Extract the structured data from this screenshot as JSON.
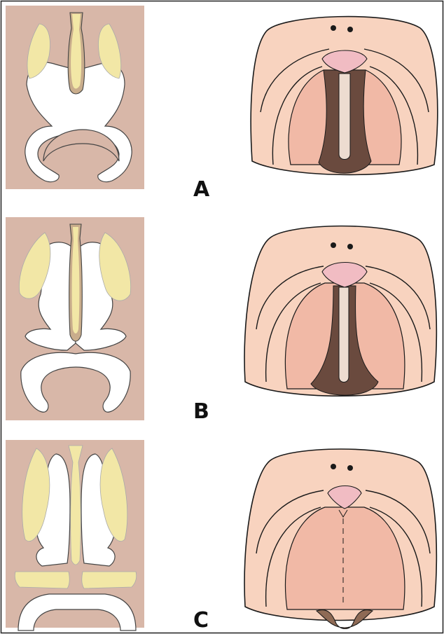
{
  "labels": {
    "a": "A",
    "b": "B",
    "c": "C"
  },
  "colors": {
    "background": "#d8b7a8",
    "cartilage": "#f2e7a6",
    "soft_tissue": "#f8d3bf",
    "palate": "#f1b9a6",
    "dark_cleft": "#6a4a3e",
    "septum": "#eddcd0",
    "nose_pink": "#f1bcc3",
    "outline": "#1a1a1a"
  }
}
